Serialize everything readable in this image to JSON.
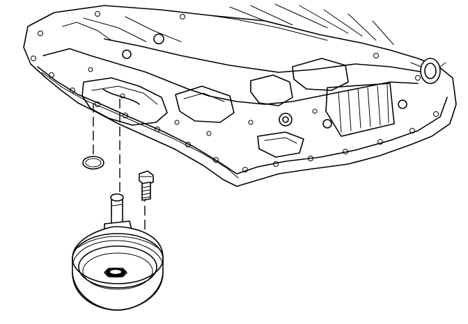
{
  "diagram": {
    "parts": [
      "transmission-case",
      "oil-pan-rail",
      "o-ring-seal",
      "oil-filter",
      "filter-retaining-bolt"
    ]
  }
}
